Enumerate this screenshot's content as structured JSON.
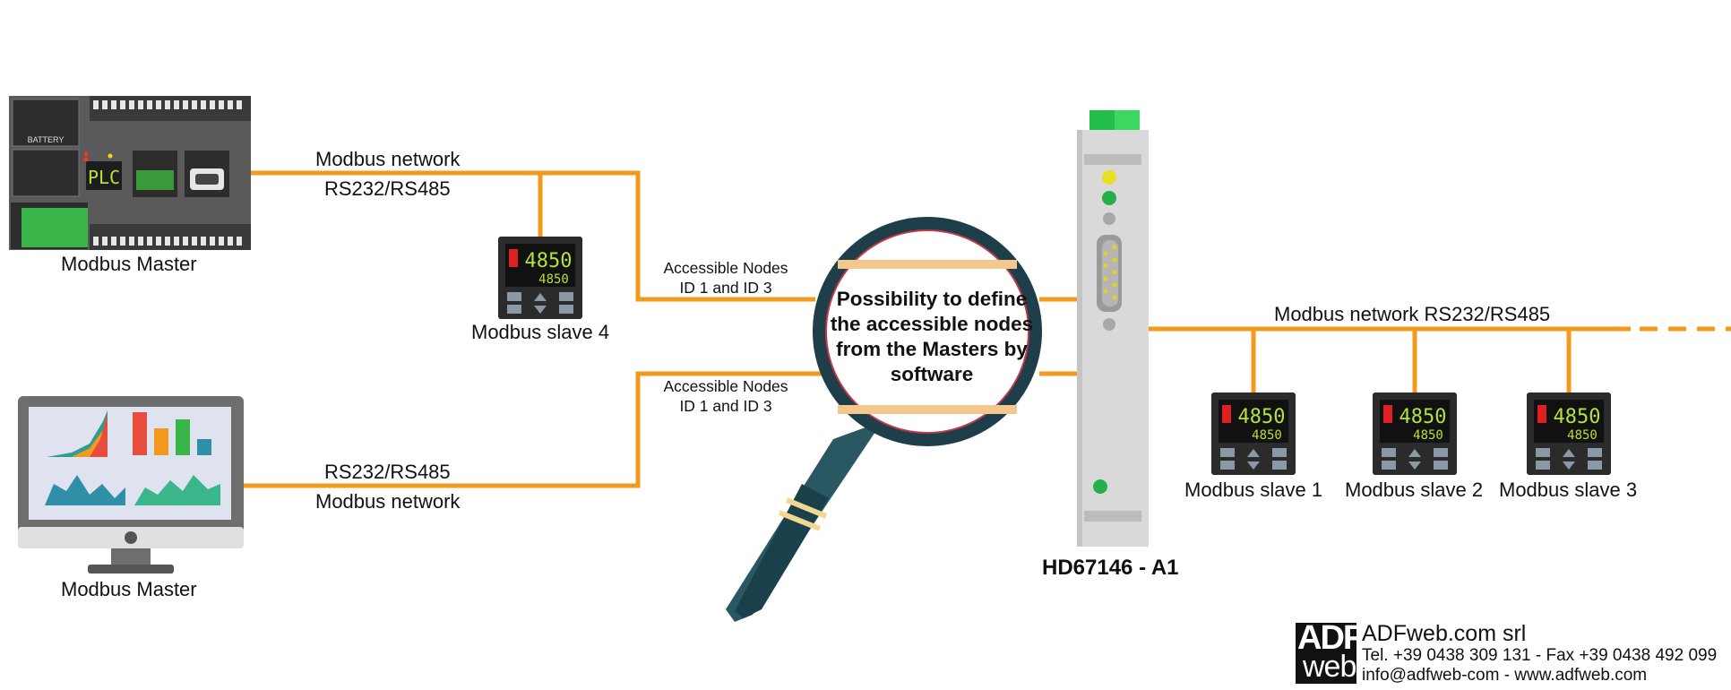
{
  "labels": {
    "master_top": "Modbus Master",
    "master_bottom": "Modbus Master",
    "net_top_1": "Modbus network",
    "net_top_2": "RS232/RS485",
    "net_bottom_1": "RS232/RS485",
    "net_bottom_2": "Modbus network",
    "acc_top_1": "Accessible Nodes",
    "acc_top_2": "ID 1 and ID 3",
    "acc_bottom_1": "Accessible Nodes",
    "acc_bottom_2": "ID 1 and ID 3",
    "slave4": "Modbus slave 4",
    "slave1": "Modbus slave 1",
    "slave2": "Modbus slave 2",
    "slave3": "Modbus slave 3",
    "right_net": "Modbus network  RS232/RS485",
    "device": "HD67146 - A1",
    "lens_text": "Possibility to define the accessible nodes from the Masters by software",
    "plc_battery": "BATTERY",
    "plc_display": "PLC",
    "display_value": "4850"
  },
  "company": {
    "logo_top": "ADF",
    "logo_bottom": "web",
    "name": "ADFweb.com srl",
    "phone": "Tel. +39 0438 309 131 - Fax +39 0438 492 099",
    "contact": "info@adfweb-com - www.adfweb.com"
  },
  "colors": {
    "wire": "#f39a1e",
    "lens_ring": "#1e3e4a",
    "lens_handle": "#19404b",
    "device_body": "#d9d9d9",
    "device_top": "#22c04a",
    "plc_body": "#5a5a5a",
    "monitor_frame": "#6e6e6e"
  }
}
